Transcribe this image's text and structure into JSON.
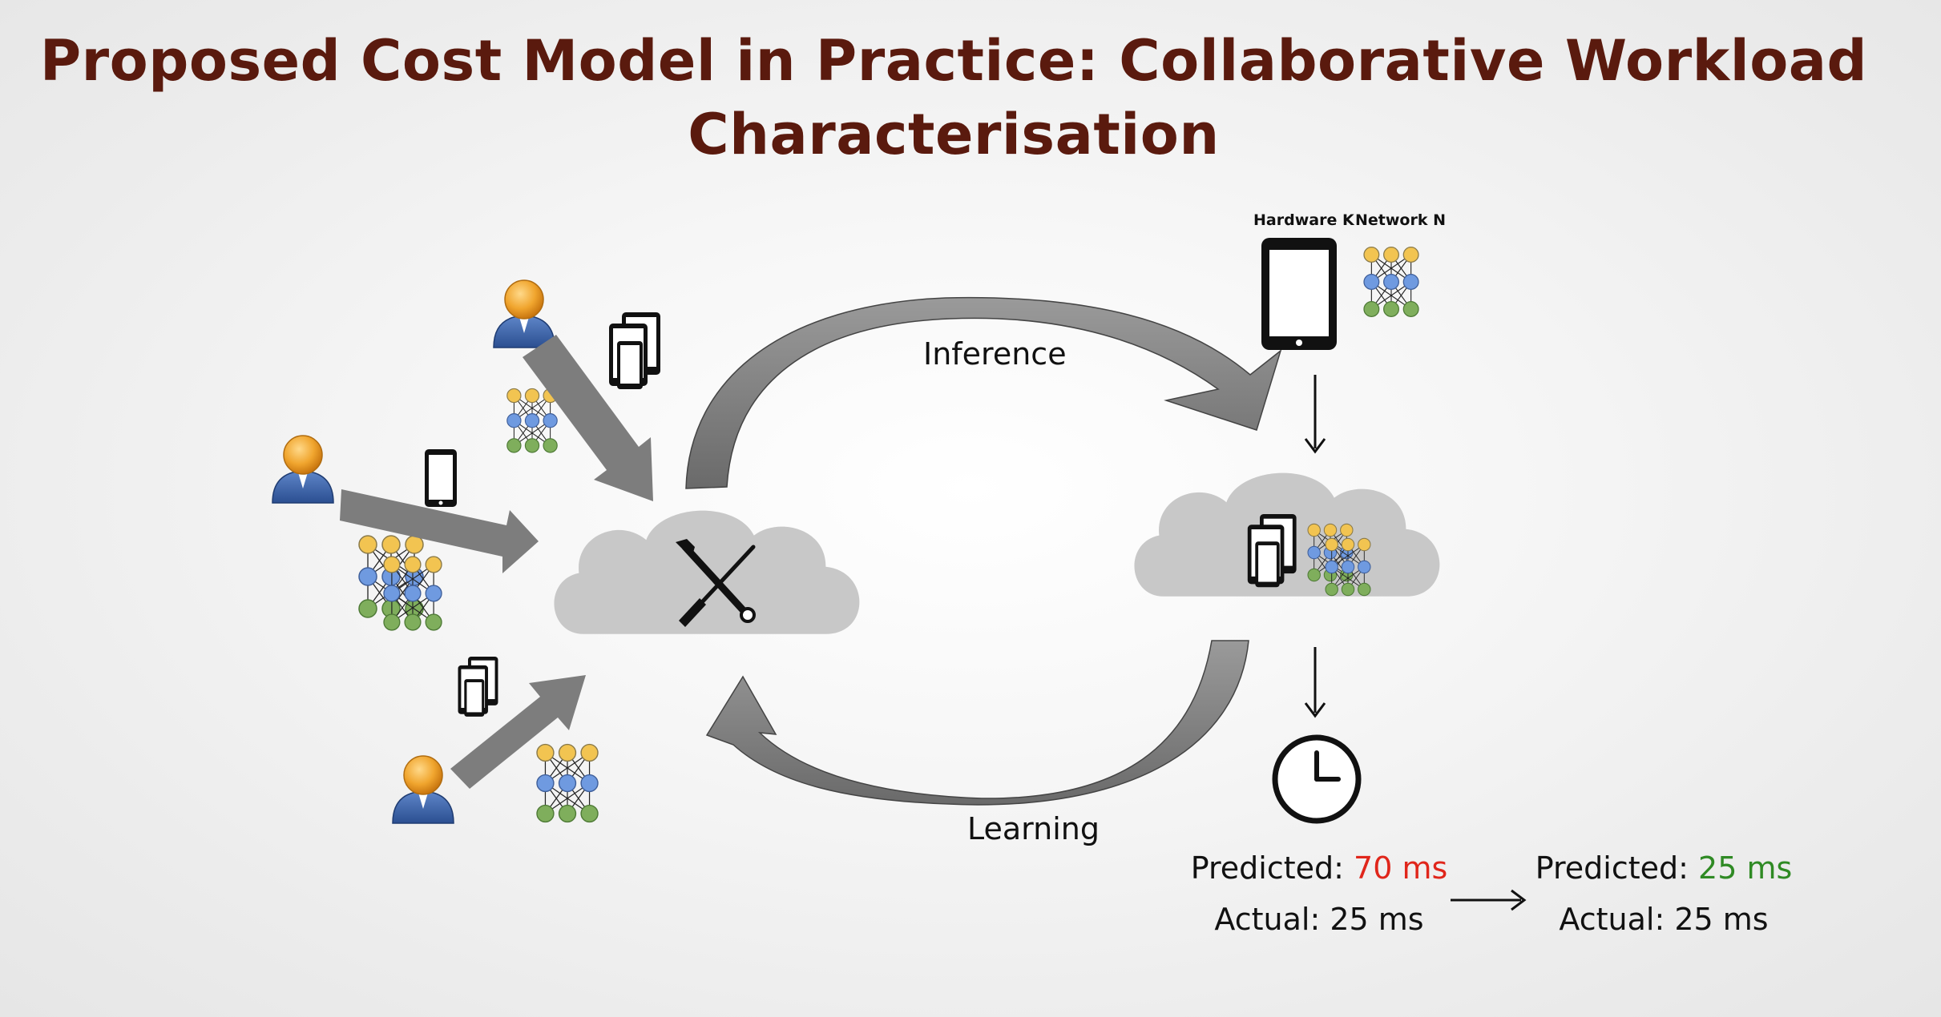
{
  "title": "Proposed Cost Model in Practice: Collaborative Workload Characterisation",
  "labels": {
    "inference": "Inference",
    "learning": "Learning",
    "hardware": "Hardware K",
    "network": "Network N"
  },
  "results": {
    "before": {
      "predicted_label": "Predicted:",
      "predicted_value": "70 ms",
      "actual_label": "Actual:",
      "actual_value": "25 ms"
    },
    "after": {
      "predicted_label": "Predicted:",
      "predicted_value": "25 ms",
      "actual_label": "Actual:",
      "actual_value": "25 ms"
    }
  },
  "colors": {
    "title": "#5a1a0e",
    "predicted_bad": "#e0261b",
    "predicted_good": "#2f8a24",
    "cloud": "#c8c8c8",
    "arrow": "#7d7d7d",
    "node_yellow": "#f2c451",
    "node_blue": "#6f9ae0",
    "node_green": "#7fae5c"
  }
}
